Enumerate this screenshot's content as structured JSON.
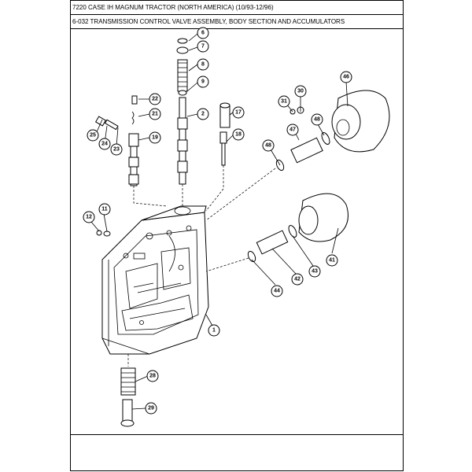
{
  "header": {
    "title_line": "7220 CASE IH MAGNUM TRACTOR (NORTH AMERICA) (10/93-12/96)",
    "section_line": "6-032 TRANSMISSION CONTROL VALVE ASSEMBLY, BODY SECTION AND ACCUMULATORS"
  },
  "callouts": {
    "c6": "6",
    "c7": "7",
    "c8": "8",
    "c9": "9",
    "c2": "2",
    "c22": "22",
    "c21": "21",
    "c17": "17",
    "c18": "18",
    "c25": "25",
    "c24": "24",
    "c23": "23",
    "c19": "19",
    "c31": "31",
    "c30": "30",
    "c47": "47",
    "c48a": "48",
    "c48b": "48",
    "c46": "46",
    "c12": "12",
    "c11": "11",
    "c42": "42",
    "c43": "43",
    "c44": "44",
    "c41": "41",
    "c1": "1",
    "c28": "28",
    "c29": "29"
  }
}
